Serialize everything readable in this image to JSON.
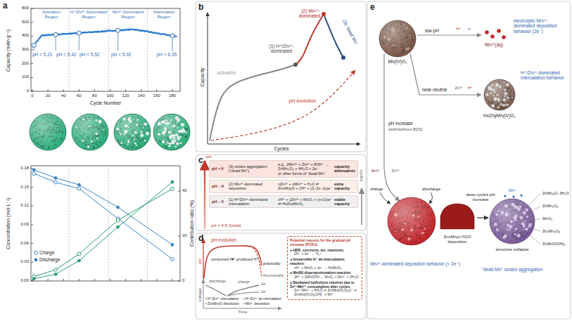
{
  "diagram": {
    "nodes": [
      {
        "text": [
          "pH > 6",
          "(3) oxides aggregation (\"dead Mn\")",
          "e.g., 2Mn²⁺ + Zn²⁺ + 8OH⁻ → ZnMn₂O₄ + 4H₂O + 2e⁻",
          "or other forms of \"dead Mn\"",
          "capacity attenuation"
        ]
      },
      {
        "text": [
          "pH: ~6",
          "(2) Mn²⁺-dominated deposition",
          "xZn²⁺ + yMn²⁺ + H₂O ⇌ ZnxMnyO + 2H⁺ + (2−2x−2y)e⁻",
          "extra capacity"
        ]
      },
      {
        "text": [
          "pH: ~5",
          "(1) H⁺/Zn²⁺-dominated intercalation",
          "xH⁺ + yZn²⁺ + MnO₂ + (x+2y)e⁻ ⇌ HxZnyMnO₂",
          "stable capacity"
        ]
      },
      {
        "text": [
          "Potential reasons for the gradual pH increase (PCRs):",
          "● HER, corrosion, etc. reactions:",
          "2H⁺ + 2e⁻ → H₂↑",
          "● Irreversible H⁺ de-intercalation reaction:",
          "xH⁺ + MnO₂ + xe⁻ → HxMnO₂",
          "● Mn(III) disproportionation reaction:",
          "2H⁺ + 2MnOOH → MnO₂ + Mn²⁺ + 2H₂O",
          "● Backward hydrolysis reaction due to Zn²⁺/Mn²⁺ consumption after cycles:",
          "Zn²⁺/Mn²⁺ + 6H₂O ⇌ Zn/Mn[(H₂O)₆]²⁺ ⇌ Zn/Mn[(H₂O)₅OH]⁺ + 6H⁺"
        ]
      }
    ],
    "labels": [
      "a",
      "Capacity (mAh g⁻¹)",
      "0",
      "100",
      "200",
      "300",
      "400",
      "500",
      "600",
      "Activation Region",
      "H⁺/Zn²⁺-Dominated Region",
      "Mn²⁺-Dominated Region",
      "Attenuation Region",
      "pH = 5.21",
      "pH = 5.42",
      "pH = 5.52",
      "pH = 5.92",
      "pH = 6.35",
      "0",
      "20",
      "40",
      "60",
      "80",
      "100",
      "120",
      "140",
      "160",
      "180",
      "Cycle Number",
      "Charge",
      "Discharge",
      "Concentration (mol L⁻¹)",
      "0.00",
      "0.03",
      "0.06",
      "0.09",
      "0.12",
      "0.15",
      "0.18",
      "0",
      "20",
      "40",
      "Contribution ratio (%)",
      "b",
      "Capacity",
      "Cycles",
      "activation",
      "(1) H⁺/Zn²⁺-dominated",
      "(2) Mn²⁺-dominated",
      "(3) \"dead Mn\"",
      "pH evolution",
      "c",
      "pH",
      "cycles",
      "pH = 4-5 (Initial)",
      "d",
      "pH",
      "pH evolution",
      "consumed H⁺",
      "≠",
      "produced H⁺",
      "practically",
      "theoretically",
      "Voltage",
      "Time",
      "discharge",
      "charge",
      "2e⁻",
      "1e⁻",
      "• H⁺/Zn²⁺ intercalation",
      "• ZnxMnyO dissolution",
      "• H⁺/Zn²⁺ de-intercalation",
      "• Mn²⁺ deposition",
      "e",
      "Mn(IV)O₂",
      "low pH",
      "H⁺",
      "e⁻",
      "Mn²⁺(aq)",
      "electrolytic Mn²⁺-dominated deposition behavior (2e⁻)",
      "near-neutral",
      "Zn²⁺",
      "H⁺",
      "HxZnyMn(IV)O₂",
      "H⁺/Zn²⁺-dominated intercalation behavior",
      "pH increase",
      "(with/without BZS)",
      "Mn²⁺",
      "Zn²⁺",
      "discharge",
      "charge",
      "ZnxMny(<IV)O deposition",
      "Mn²⁺-dominated deposition behavior (< 2e⁻)",
      "deep cycles pH increase",
      "OH⁻",
      "structure collapse",
      "\"dead Mn\" oxides aggregation",
      "ZnMn₃O₇·3H₂O",
      "ZnMn₂O₄",
      "MnO₂",
      "Zn₂Mn₃O₈",
      "ZnMnO(OH)₂"
    ]
  }
}
